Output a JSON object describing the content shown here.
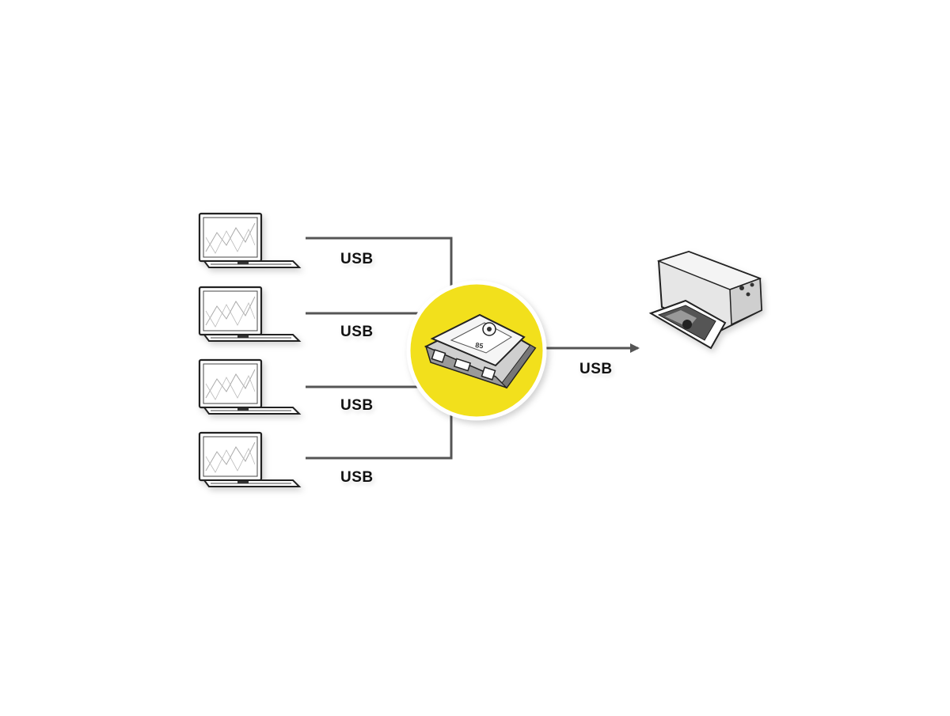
{
  "diagram": {
    "links": [
      {
        "from": "laptop-1",
        "to": "usb-switch",
        "label": "USB"
      },
      {
        "from": "laptop-2",
        "to": "usb-switch",
        "label": "USB"
      },
      {
        "from": "laptop-3",
        "to": "usb-switch",
        "label": "USB"
      },
      {
        "from": "laptop-4",
        "to": "usb-switch",
        "label": "USB"
      },
      {
        "from": "usb-switch",
        "to": "printer",
        "label": "USB"
      }
    ],
    "colors": {
      "background": "#ffffff",
      "hub_circle": "#f2e01a",
      "line": "#555555",
      "sketch": "#222222"
    },
    "icons": [
      "laptop-icon",
      "usb-switch-icon",
      "printer-icon"
    ]
  }
}
